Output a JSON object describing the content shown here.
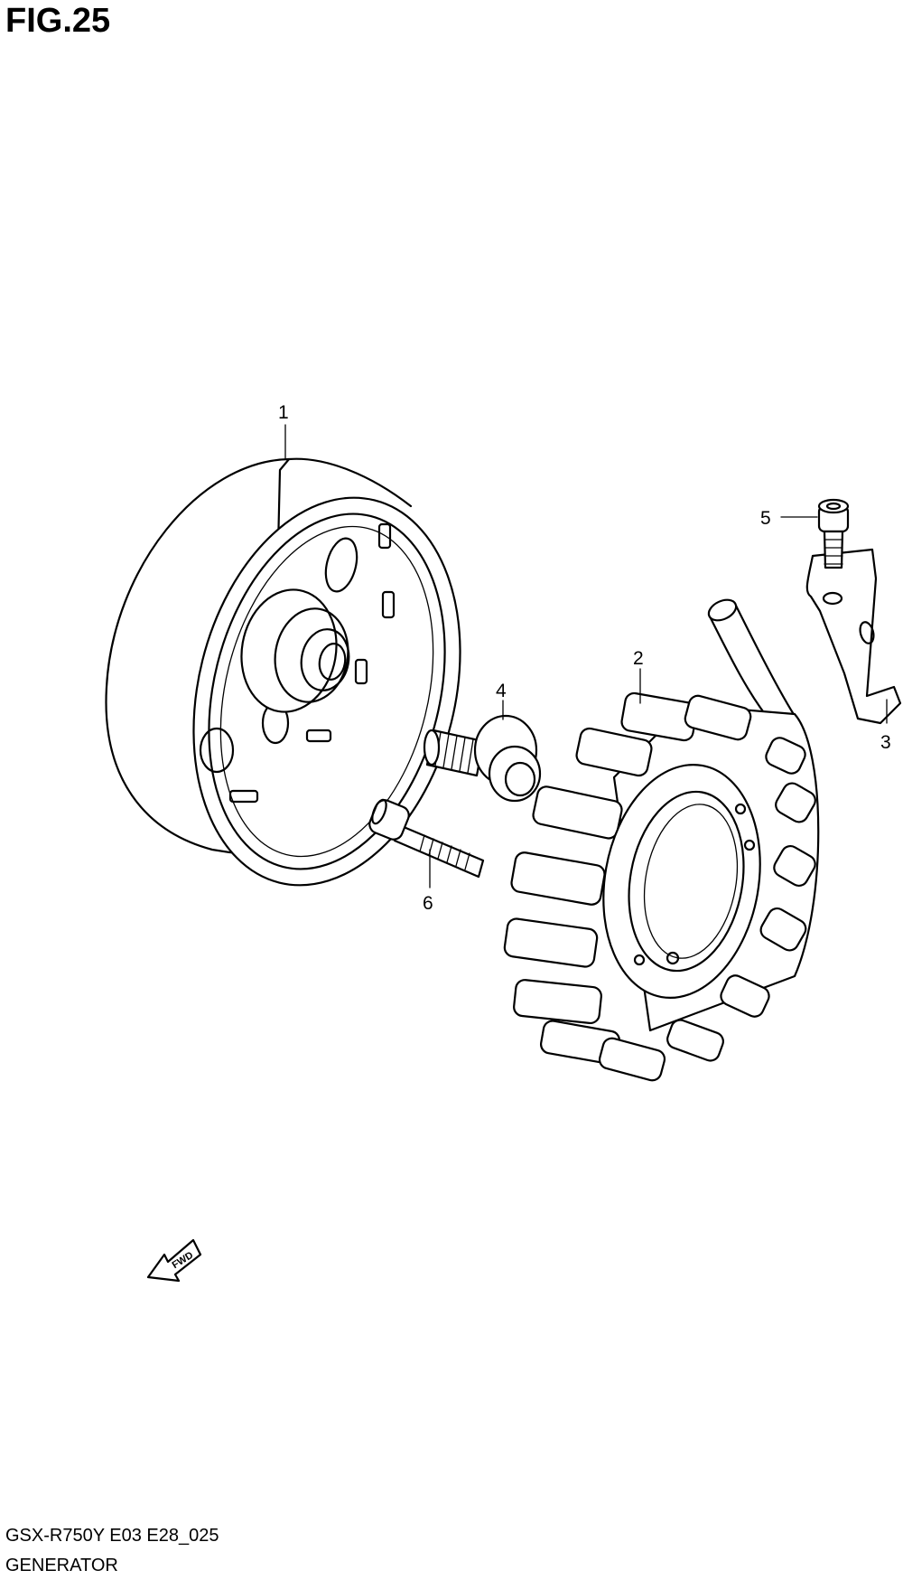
{
  "figure": {
    "title": "FIG.25",
    "model_code": "GSX-R750Y E03 E28_025",
    "name": "GENERATOR"
  },
  "callouts": {
    "p1": "1",
    "p2": "2",
    "p3": "3",
    "p4": "4",
    "p5": "5",
    "p6": "6"
  },
  "fwd_label": "FWD",
  "parts": [
    {
      "ref": "1",
      "icon": "rotor-icon"
    },
    {
      "ref": "2",
      "icon": "stator-icon"
    },
    {
      "ref": "3",
      "icon": "bracket-icon"
    },
    {
      "ref": "4",
      "icon": "flange-bolt-icon"
    },
    {
      "ref": "5",
      "icon": "cap-screw-icon"
    },
    {
      "ref": "6",
      "icon": "bolt-icon"
    }
  ]
}
